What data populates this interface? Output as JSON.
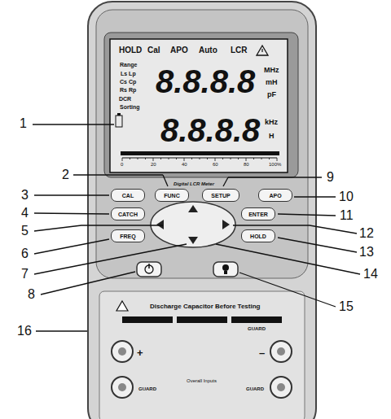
{
  "diagram": {
    "nodes": [
      {
        "text": [
          "CAL"
        ]
      },
      {
        "text": [
          "FUNC"
        ]
      },
      {
        "text": [
          "SETUP"
        ]
      },
      {
        "text": [
          "APO"
        ]
      },
      {
        "text": [
          "CATCH"
        ]
      },
      {
        "text": [
          "ENTER"
        ]
      },
      {
        "text": [
          "FREQ"
        ]
      },
      {
        "text": [
          "HOLD"
        ]
      }
    ],
    "labels": [
      "1",
      "2",
      "3",
      "4",
      "5",
      "6",
      "7",
      "8",
      "9",
      "10",
      "11",
      "12",
      "13",
      "14",
      "15",
      "16",
      "HOLD",
      "Cal",
      "APO",
      "Auto",
      "LCR",
      "Range",
      "Ls Lp",
      "Cs Cp",
      "Rs Rp",
      "DCR",
      "Sorting",
      "8.8.8.8",
      "MHz",
      "mH",
      "pF",
      "8.8.8.8",
      "kHz",
      "H",
      "0",
      "20",
      "40",
      "60",
      "80",
      "100%",
      "Digital LCR Meter",
      "Discharge Capacitor Before Testing",
      "GUARD",
      "+",
      "–",
      "GUARD",
      "GUARD",
      "Overall Inputs"
    ]
  }
}
